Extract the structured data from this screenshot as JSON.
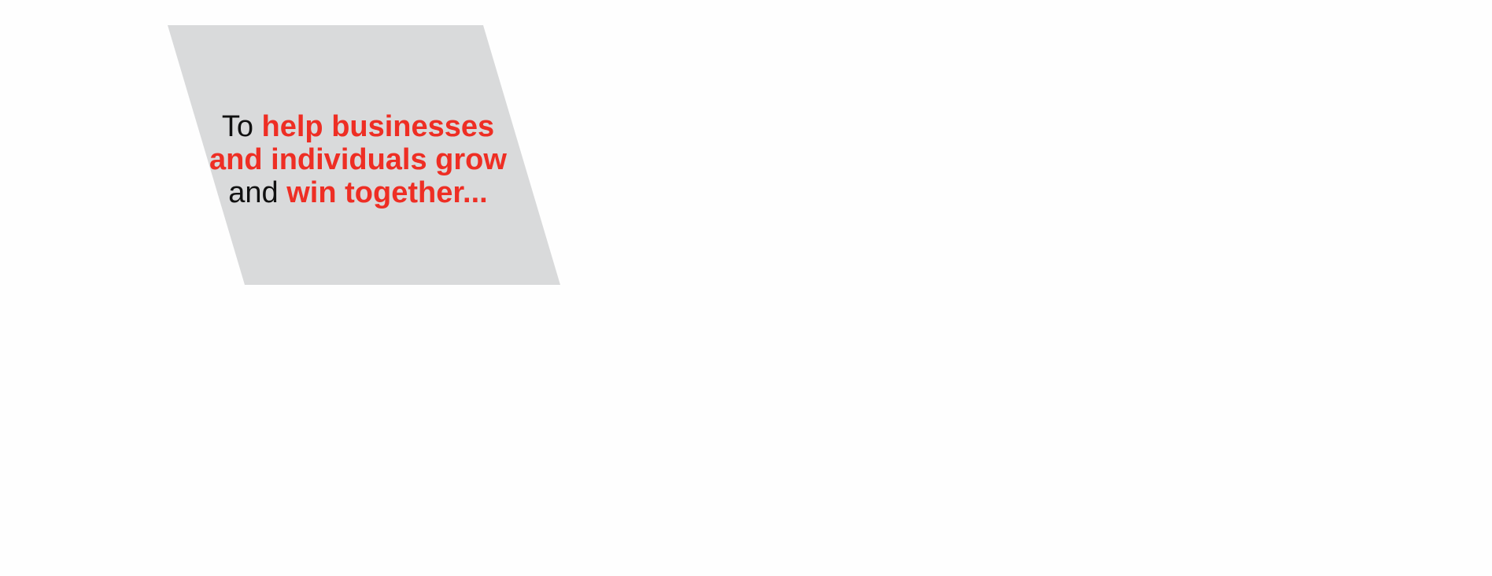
{
  "mission": {
    "line1_plain": "To",
    "line1_accent": "help businesses",
    "line2_accent": "and individuals grow",
    "line3_plain": "and",
    "line3_accent": "win together..."
  },
  "colors": {
    "background": "#fefefe",
    "panel": "#d9dadb",
    "accent": "#ee2e24",
    "text": "#111111"
  }
}
